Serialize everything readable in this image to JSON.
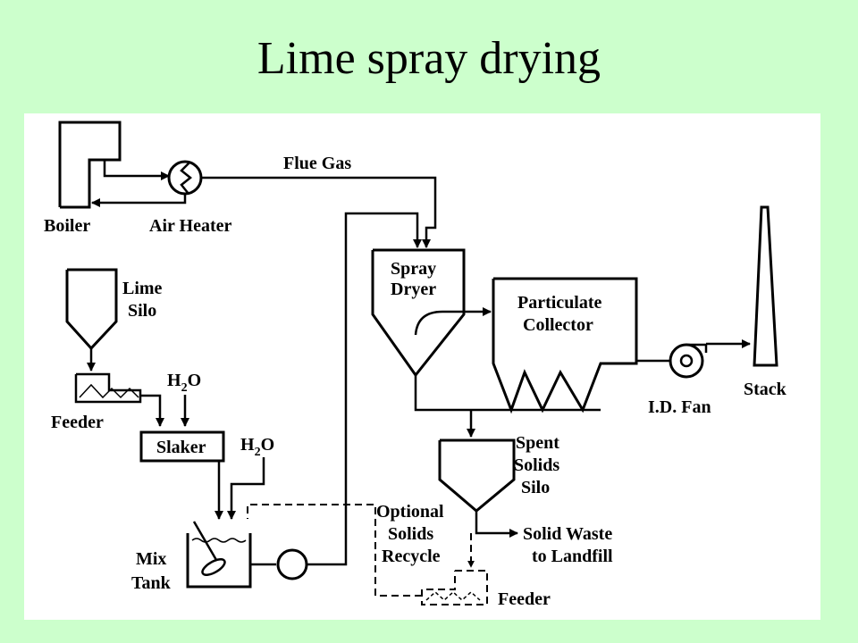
{
  "title": "Lime spray drying",
  "labels": {
    "boiler": "Boiler",
    "air_heater": "Air Heater",
    "flue_gas": "Flue Gas",
    "spray_dryer_1": "Spray",
    "spray_dryer_2": "Dryer",
    "collector_1": "Particulate",
    "collector_2": "Collector",
    "id_fan": "I.D. Fan",
    "stack": "Stack",
    "lime_silo_1": "Lime",
    "lime_silo_2": "Silo",
    "feeder": "Feeder",
    "h2o_1": "H",
    "h2o_1_sub": "2",
    "h2o_1_o": "O",
    "slaker": "Slaker",
    "h2o_2": "H",
    "h2o_2_sub": "2",
    "h2o_2_o": "O",
    "mix_tank_1": "Mix",
    "mix_tank_2": "Tank",
    "spent_1": "Spent",
    "spent_2": "Solids",
    "spent_3": "Silo",
    "optional_1": "Optional",
    "optional_2": "Solids",
    "optional_3": "Recycle",
    "solid_waste_1": "Solid Waste",
    "solid_waste_2": "to Landfill",
    "feeder_2": "Feeder"
  }
}
